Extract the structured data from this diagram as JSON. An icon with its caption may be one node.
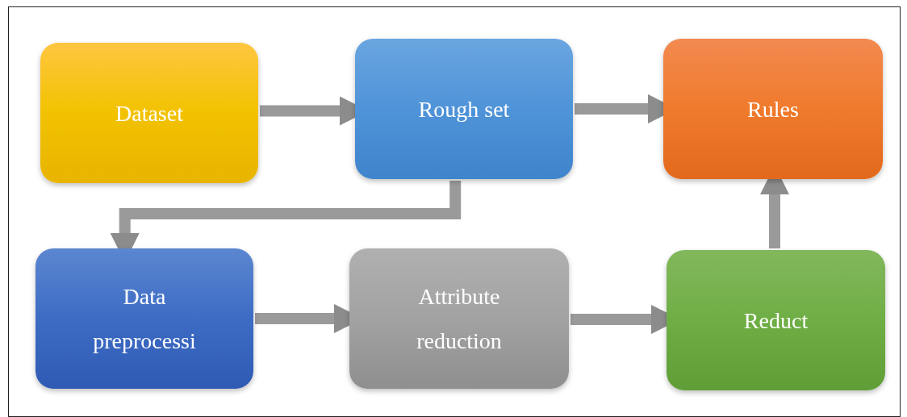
{
  "diagram": {
    "nodes": [
      {
        "text": [
          "Dataset"
        ]
      },
      {
        "text": [
          "Rough set"
        ]
      },
      {
        "text": [
          "Rules"
        ]
      },
      {
        "text": [
          "Data preprocessi"
        ]
      },
      {
        "text": [
          "Attribute reduction"
        ]
      },
      {
        "text": [
          "Reduct"
        ]
      }
    ],
    "edges": [
      {
        "from": 0,
        "to": 1,
        "arrow": "to"
      },
      {
        "from": 1,
        "to": 2,
        "arrow": "to"
      },
      {
        "from": 1,
        "to": 3,
        "arrow": "to"
      },
      {
        "from": 3,
        "to": 4,
        "arrow": "to"
      },
      {
        "from": 4,
        "to": 5,
        "arrow": "to"
      },
      {
        "from": 5,
        "to": 2,
        "arrow": "to"
      }
    ]
  }
}
